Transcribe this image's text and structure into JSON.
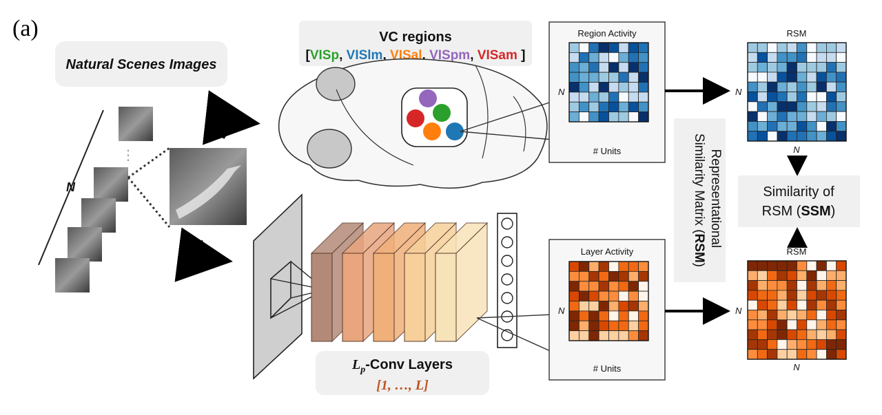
{
  "panel_label": "(a)",
  "images_title": "Natural Scenes Images",
  "stack_label": "N",
  "vc": {
    "title": "VC regions",
    "open_bracket": "[",
    "close_bracket": "]",
    "sep": ", ",
    "regions": [
      {
        "name": "VISp",
        "color": "#2ca02c"
      },
      {
        "name": "VISlm",
        "color": "#1f77b4"
      },
      {
        "name": "VISal",
        "color": "#ff7f0e"
      },
      {
        "name": "VISpm",
        "color": "#9467bd"
      },
      {
        "name": "VISam",
        "color": "#d62728"
      }
    ]
  },
  "region_activity": {
    "title": "Region Activity",
    "ylabel": "N",
    "xlabel": "# Units"
  },
  "layer_activity": {
    "title": "Layer Activity",
    "ylabel": "N",
    "xlabel": "# Units"
  },
  "rsm_top": {
    "title": "RSM",
    "ylabel": "N",
    "xlabel": "N"
  },
  "rsm_bottom": {
    "title": "RSM",
    "ylabel": "N",
    "xlabel": "N"
  },
  "rsm_label": {
    "line1": "Representational",
    "line2_pre": "Similarity Matrix (",
    "line2_bold": "RSM",
    "line2_post": ")"
  },
  "ssm": {
    "line1": "Similarity of",
    "line2_pre": "RSM (",
    "line2_bold": "SSM",
    "line2_post": ")"
  },
  "conv": {
    "title_math": "L",
    "title_sub": "p",
    "title_rest": "-Conv Layers",
    "range": "[1, …, L]"
  },
  "colors": {
    "blue_palette": [
      "#08306b",
      "#08519c",
      "#2171b5",
      "#4292c6",
      "#6baed6",
      "#9ecae1",
      "#c6dbef",
      "#f7fbff"
    ],
    "orange_palette": [
      "#7f2704",
      "#a63603",
      "#d94801",
      "#f16913",
      "#fd8d3c",
      "#fdae6b",
      "#fdd0a2",
      "#fff5eb"
    ],
    "conv_layers": [
      "#b38a78",
      "#e8a57e",
      "#f0b07a",
      "#f6cf9a",
      "#f7e3b8"
    ]
  }
}
